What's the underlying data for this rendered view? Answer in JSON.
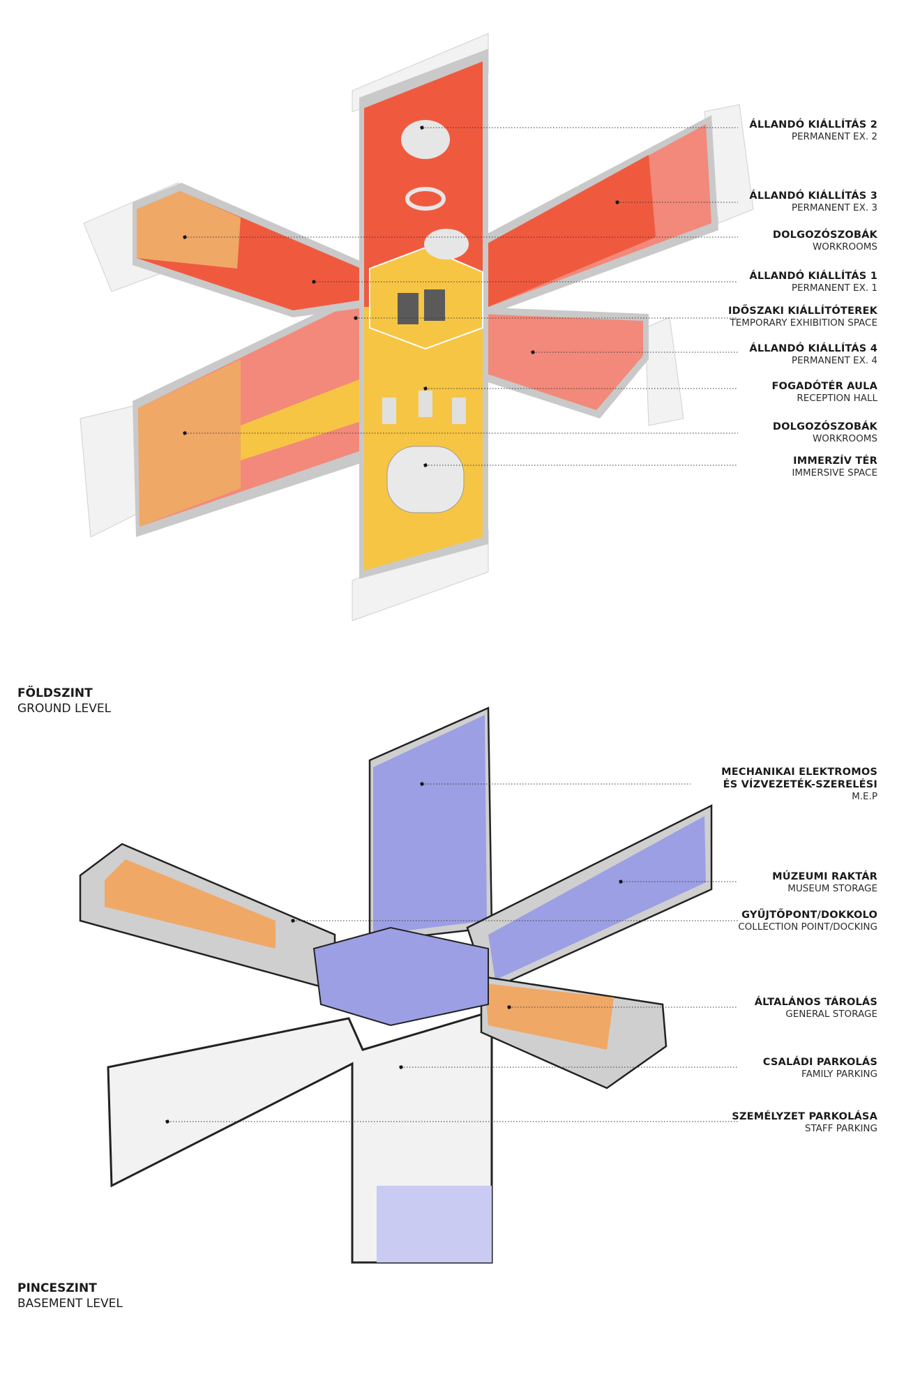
{
  "colors": {
    "red": "#ef5a3f",
    "salmon": "#f2897a",
    "yellow": "#f7c544",
    "orange": "#f0a866",
    "violet": "#9c9fe3",
    "gray": "#bdbdbd",
    "white": "#ffffff"
  },
  "ground": {
    "level": {
      "hu": "FÖLDSZINT",
      "en": "GROUND LEVEL"
    },
    "labels": [
      {
        "hu": "ÁLLANDÓ KIÁLLÍTÁS 2",
        "en": "PERMANENT EX. 2"
      },
      {
        "hu": "ÁLLANDÓ KIÁLLÍTÁS 3",
        "en": "PERMANENT EX. 3"
      },
      {
        "hu": "DOLGOZÓSZOBÁK",
        "en": "WORKROOMS"
      },
      {
        "hu": "ÁLLANDÓ KIÁLLÍTÁS 1",
        "en": "PERMANENT EX. 1"
      },
      {
        "hu": "IDŐSZAKI KIÁLLÍTÓTEREK",
        "en": "TEMPORARY EXHIBITION SPACE"
      },
      {
        "hu": "ÁLLANDÓ KIÁLLÍTÁS 4",
        "en": "PERMANENT EX. 4"
      },
      {
        "hu": "FOGADÓTÉR AULA",
        "en": "RECEPTION HALL"
      },
      {
        "hu": "DOLGOZÓSZOBÁK",
        "en": "WORKROOMS"
      },
      {
        "hu": "IMMERZÍV TÉR",
        "en": "IMMERSIVE SPACE"
      }
    ]
  },
  "basement": {
    "level": {
      "hu": "PINCESZINT",
      "en": "BASEMENT LEVEL"
    },
    "labels": [
      {
        "hu": "MECHANIKAI ELEKTROMOS",
        "hu2": "ÉS VÍZVEZETÉK-SZERELÉSI",
        "en": "M.E.P"
      },
      {
        "hu": "MÚZEUMI RAKTÁR",
        "en": "MUSEUM STORAGE"
      },
      {
        "hu": "GYŰJTŐPONT/DOKKOLO",
        "en": "COLLECTION POINT/DOCKING"
      },
      {
        "hu": "ÁLTALÁNOS TÁROLÁS",
        "en": "GENERAL STORAGE"
      },
      {
        "hu": "CSALÁDI PARKOLÁS",
        "en": "FAMILY PARKING"
      },
      {
        "hu": "SZEMÉLYZET PARKOLÁSA",
        "en": "STAFF PARKING"
      }
    ]
  }
}
